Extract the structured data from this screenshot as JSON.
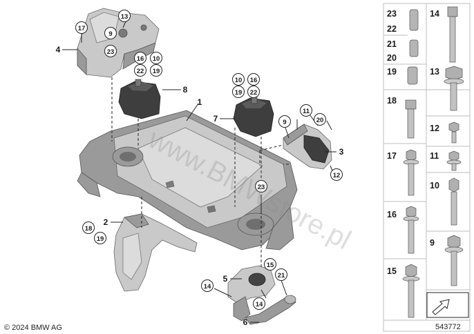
{
  "callouts": {
    "c1": "1",
    "c2": "2",
    "c3": "3",
    "c4": "4",
    "c5": "5",
    "c6": "6",
    "c7": "7",
    "c8": "8",
    "c9a": "9",
    "c9b": "9",
    "c10a": "10",
    "c10b": "10",
    "c11": "11",
    "c12": "12",
    "c13": "13",
    "c14a": "14",
    "c14b": "14",
    "c15": "15",
    "c16a": "16",
    "c16b": "16",
    "c17": "17",
    "c18": "18",
    "c19a": "19",
    "c19b": "19",
    "c19c": "19",
    "c20": "20",
    "c21": "21",
    "c22a": "22",
    "c22b": "22",
    "c23a": "23",
    "c23b": "23"
  },
  "parts_panel": {
    "p23": "23",
    "p22": "22",
    "p14": "14",
    "p21": "21",
    "p20": "20",
    "p19": "19",
    "p13": "13",
    "p18": "18",
    "p12": "12",
    "p17": "17",
    "p11": "11",
    "p10": "10",
    "p16": "16",
    "p9": "9",
    "p15": "15"
  },
  "copyright": "© 2024 BMW AG",
  "image_number": "543772",
  "watermark": "www.BMWstore.pl"
}
